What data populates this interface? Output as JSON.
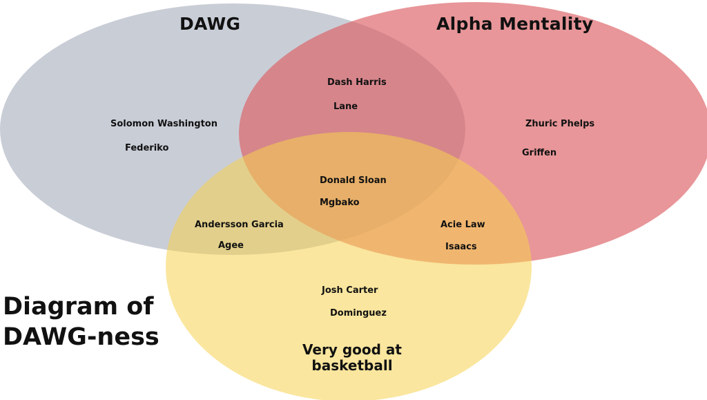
{
  "diagram_title": "Diagram of DAWG-ness",
  "colors": {
    "grey": "#c9cdd6",
    "red": "#dc6064",
    "gold": "#f6d24f"
  },
  "sets": {
    "grey": {
      "label": "DAWG"
    },
    "red": {
      "label": "Alpha Mentality"
    },
    "gold": {
      "label": "Very good at basketball"
    }
  },
  "regions": {
    "grey_only": [
      "Solomon Washington",
      "Federiko"
    ],
    "red_only": [
      "Zhuric Phelps",
      "Griffen"
    ],
    "grey_red": [
      "Dash Harris",
      "Lane"
    ],
    "all_three": [
      "Donald Sloan",
      "Mgbako"
    ],
    "grey_gold": [
      "Andersson Garcia",
      "Agee"
    ],
    "red_gold": [
      "Acie Law",
      "Isaacs"
    ],
    "gold_only": [
      "Josh Carter",
      "Dominguez"
    ]
  }
}
